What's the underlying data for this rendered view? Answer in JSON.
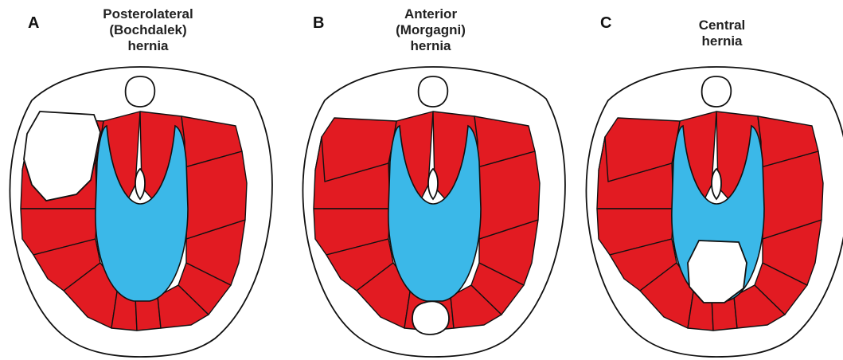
{
  "colors": {
    "muscle": "#e21b22",
    "central_tendon": "#3bb8e8",
    "outline": "#111111",
    "background": "#ffffff"
  },
  "panels": [
    {
      "letter": "A",
      "title": [
        "Posterolateral",
        "(Bochdalek)",
        "hernia"
      ],
      "hernia_site": "posterolateral-left"
    },
    {
      "letter": "B",
      "title": [
        "Anterior",
        "(Morgagni)",
        "hernia"
      ],
      "hernia_site": "anterior-midline"
    },
    {
      "letter": "C",
      "title": [
        "Central",
        "hernia"
      ],
      "hernia_site": "central-tendon"
    }
  ]
}
